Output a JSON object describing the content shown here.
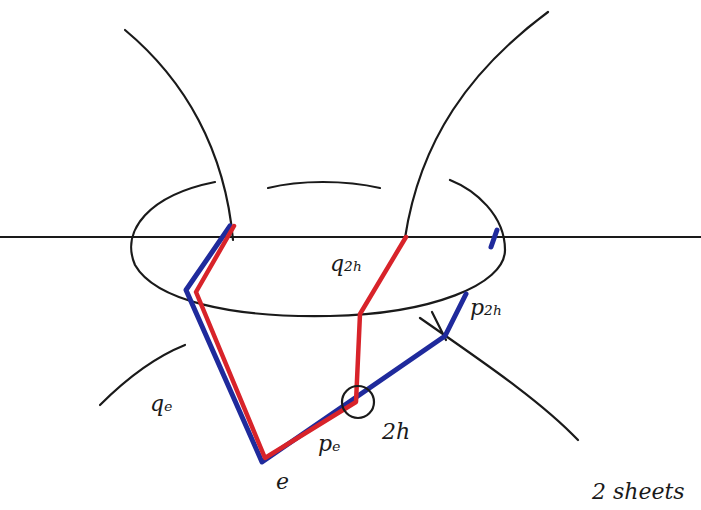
{
  "diagram": {
    "labels": [
      "qₑ",
      "q₂ₕ",
      "pₑ",
      "p₂ₕ",
      "2h",
      "e",
      "2 sheets"
    ]
  }
}
